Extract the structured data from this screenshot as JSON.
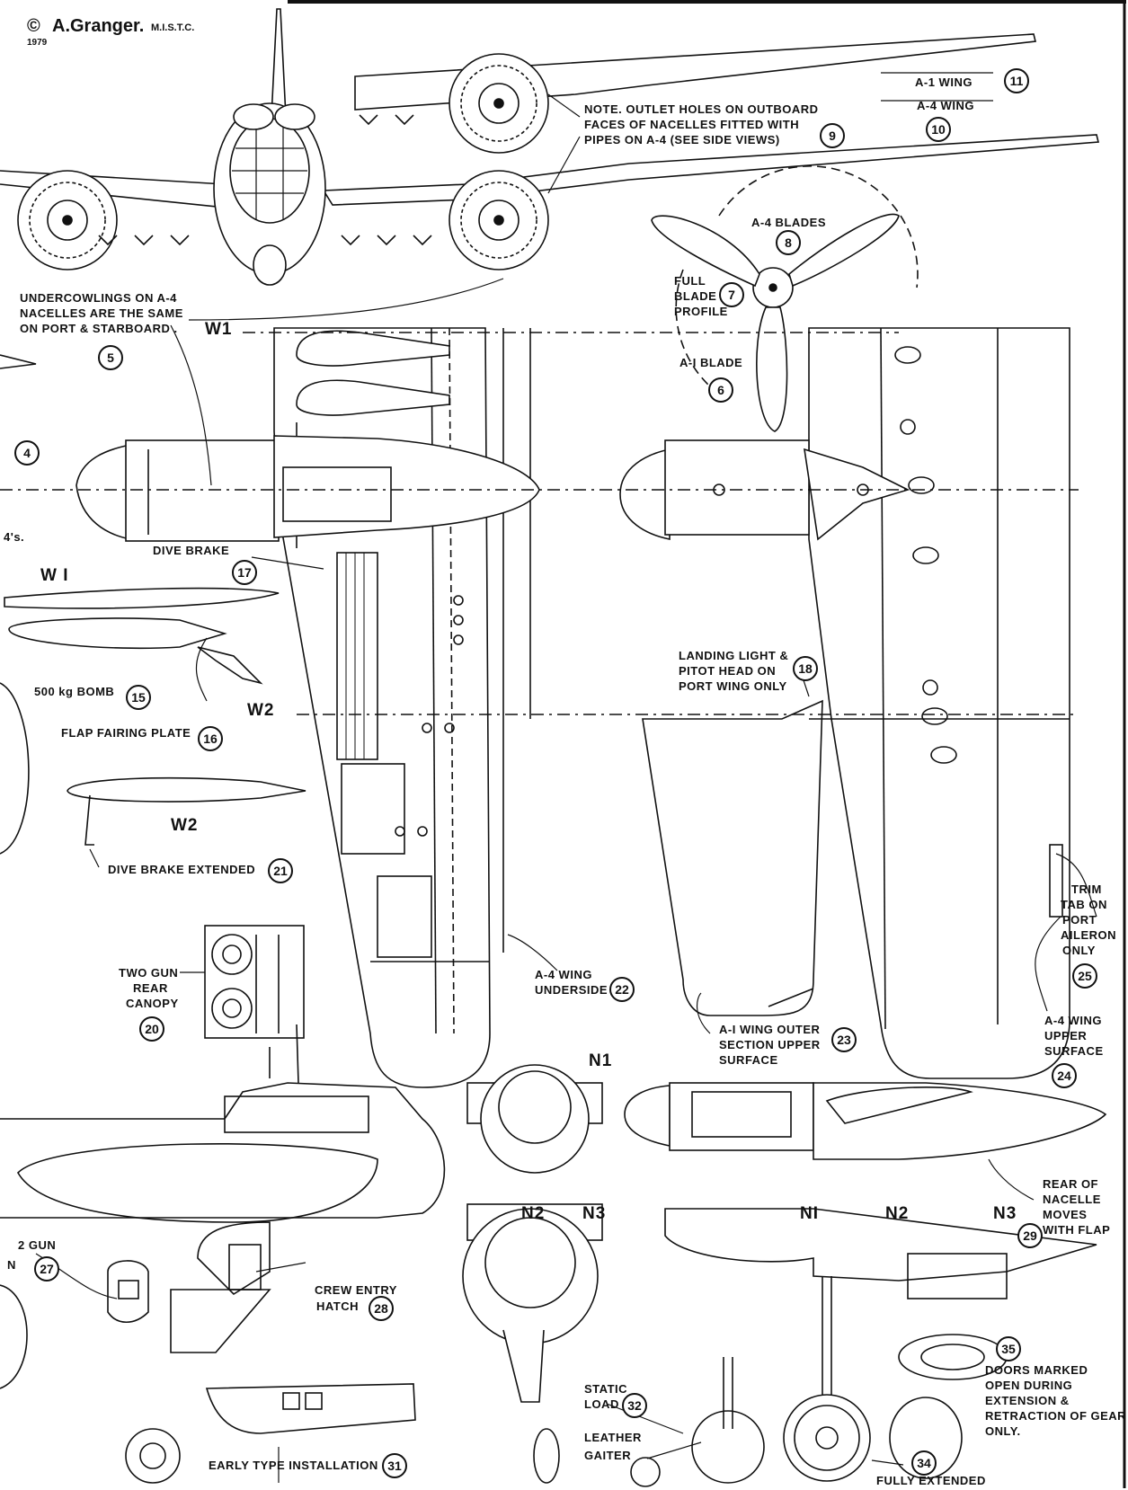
{
  "credit": {
    "copyright": "©",
    "author": "A.Granger.",
    "suffix": "M.I.S.T.C.",
    "year": "1979"
  },
  "labels": {
    "a1_wing": "A-1 WING",
    "a4_wing": "A-4 WING",
    "note1": "NOTE. OUTLET HOLES ON OUTBOARD",
    "note2": "FACES OF NACELLES FITTED WITH",
    "note3": "PIPES ON A-4 (SEE SIDE VIEWS)",
    "a4_blades": "A-4 BLADES",
    "full1": "FULL",
    "full2": "BLADE",
    "full3": "PROFILE",
    "a1_blade": "A-I BLADE",
    "under1": "UNDERCOWLINGS ON A-4",
    "under2": "NACELLES ARE THE SAME",
    "under3": "ON PORT & STARBOARD .",
    "w1": "W1",
    "w1b": "W I",
    "w2": "W2",
    "w2b": "W2",
    "fours": "4's.",
    "dive_brake": "DIVE BRAKE",
    "bomb": "500 kg BOMB",
    "flap_plate": "FLAP FAIRING PLATE",
    "dive_ext": "DIVE BRAKE EXTENDED",
    "landing1": "LANDING LIGHT &",
    "landing2": "PITOT HEAD ON",
    "landing3": "PORT WING ONLY",
    "two_gun1": "TWO GUN",
    "two_gun2": "REAR",
    "two_gun3": "CANOPY",
    "a4_under1": "A-4 WING",
    "a4_under2": "UNDERSIDE",
    "a1_outer1": "A-I WING OUTER",
    "a1_outer2": "SECTION UPPER",
    "a1_outer3": "SURFACE",
    "trim1": "TRIM",
    "trim2": "TAB ON",
    "trim3": "PORT",
    "trim4": "AILERON",
    "trim5": "ONLY",
    "a4_upper1": "A-4 WING",
    "a4_upper2": "UPPER",
    "a4_upper3": "SURFACE",
    "n1": "N1",
    "n2": "N2",
    "n3": "N3",
    "n1b": "NI",
    "n2b": "N2",
    "n3b": "N3",
    "rear1": "REAR OF",
    "rear2": "NACELLE",
    "rear3": "MOVES",
    "rear4": "WITH FLAP",
    "twogun_b": "2 GUN",
    "n_letter": "N",
    "crew1": "CREW ENTRY",
    "crew2": "HATCH",
    "static1": "STATIC",
    "static2": "LOAD",
    "leather1": "LEATHER",
    "leather2": "GAITER",
    "doors1": "DOORS MARKED",
    "doors2": "OPEN DURING",
    "doors3": "EXTENSION &",
    "doors4": "RETRACTION OF GEAR",
    "doors5": "ONLY.",
    "early": "EARLY TYPE INSTALLATION",
    "fully": "FULLY EXTENDED"
  },
  "callouts": {
    "c4": "4",
    "c5": "5",
    "c6": "6",
    "c7": "7",
    "c8": "8",
    "c9": "9",
    "c10": "10",
    "c11": "11",
    "c15": "15",
    "c16": "16",
    "c17": "17",
    "c18": "18",
    "c20": "20",
    "c21": "21",
    "c22": "22",
    "c23": "23",
    "c24": "24",
    "c25": "25",
    "c27": "27",
    "c28": "28",
    "c29": "29",
    "c31": "31",
    "c32": "32",
    "c34": "34",
    "c35": "35"
  }
}
